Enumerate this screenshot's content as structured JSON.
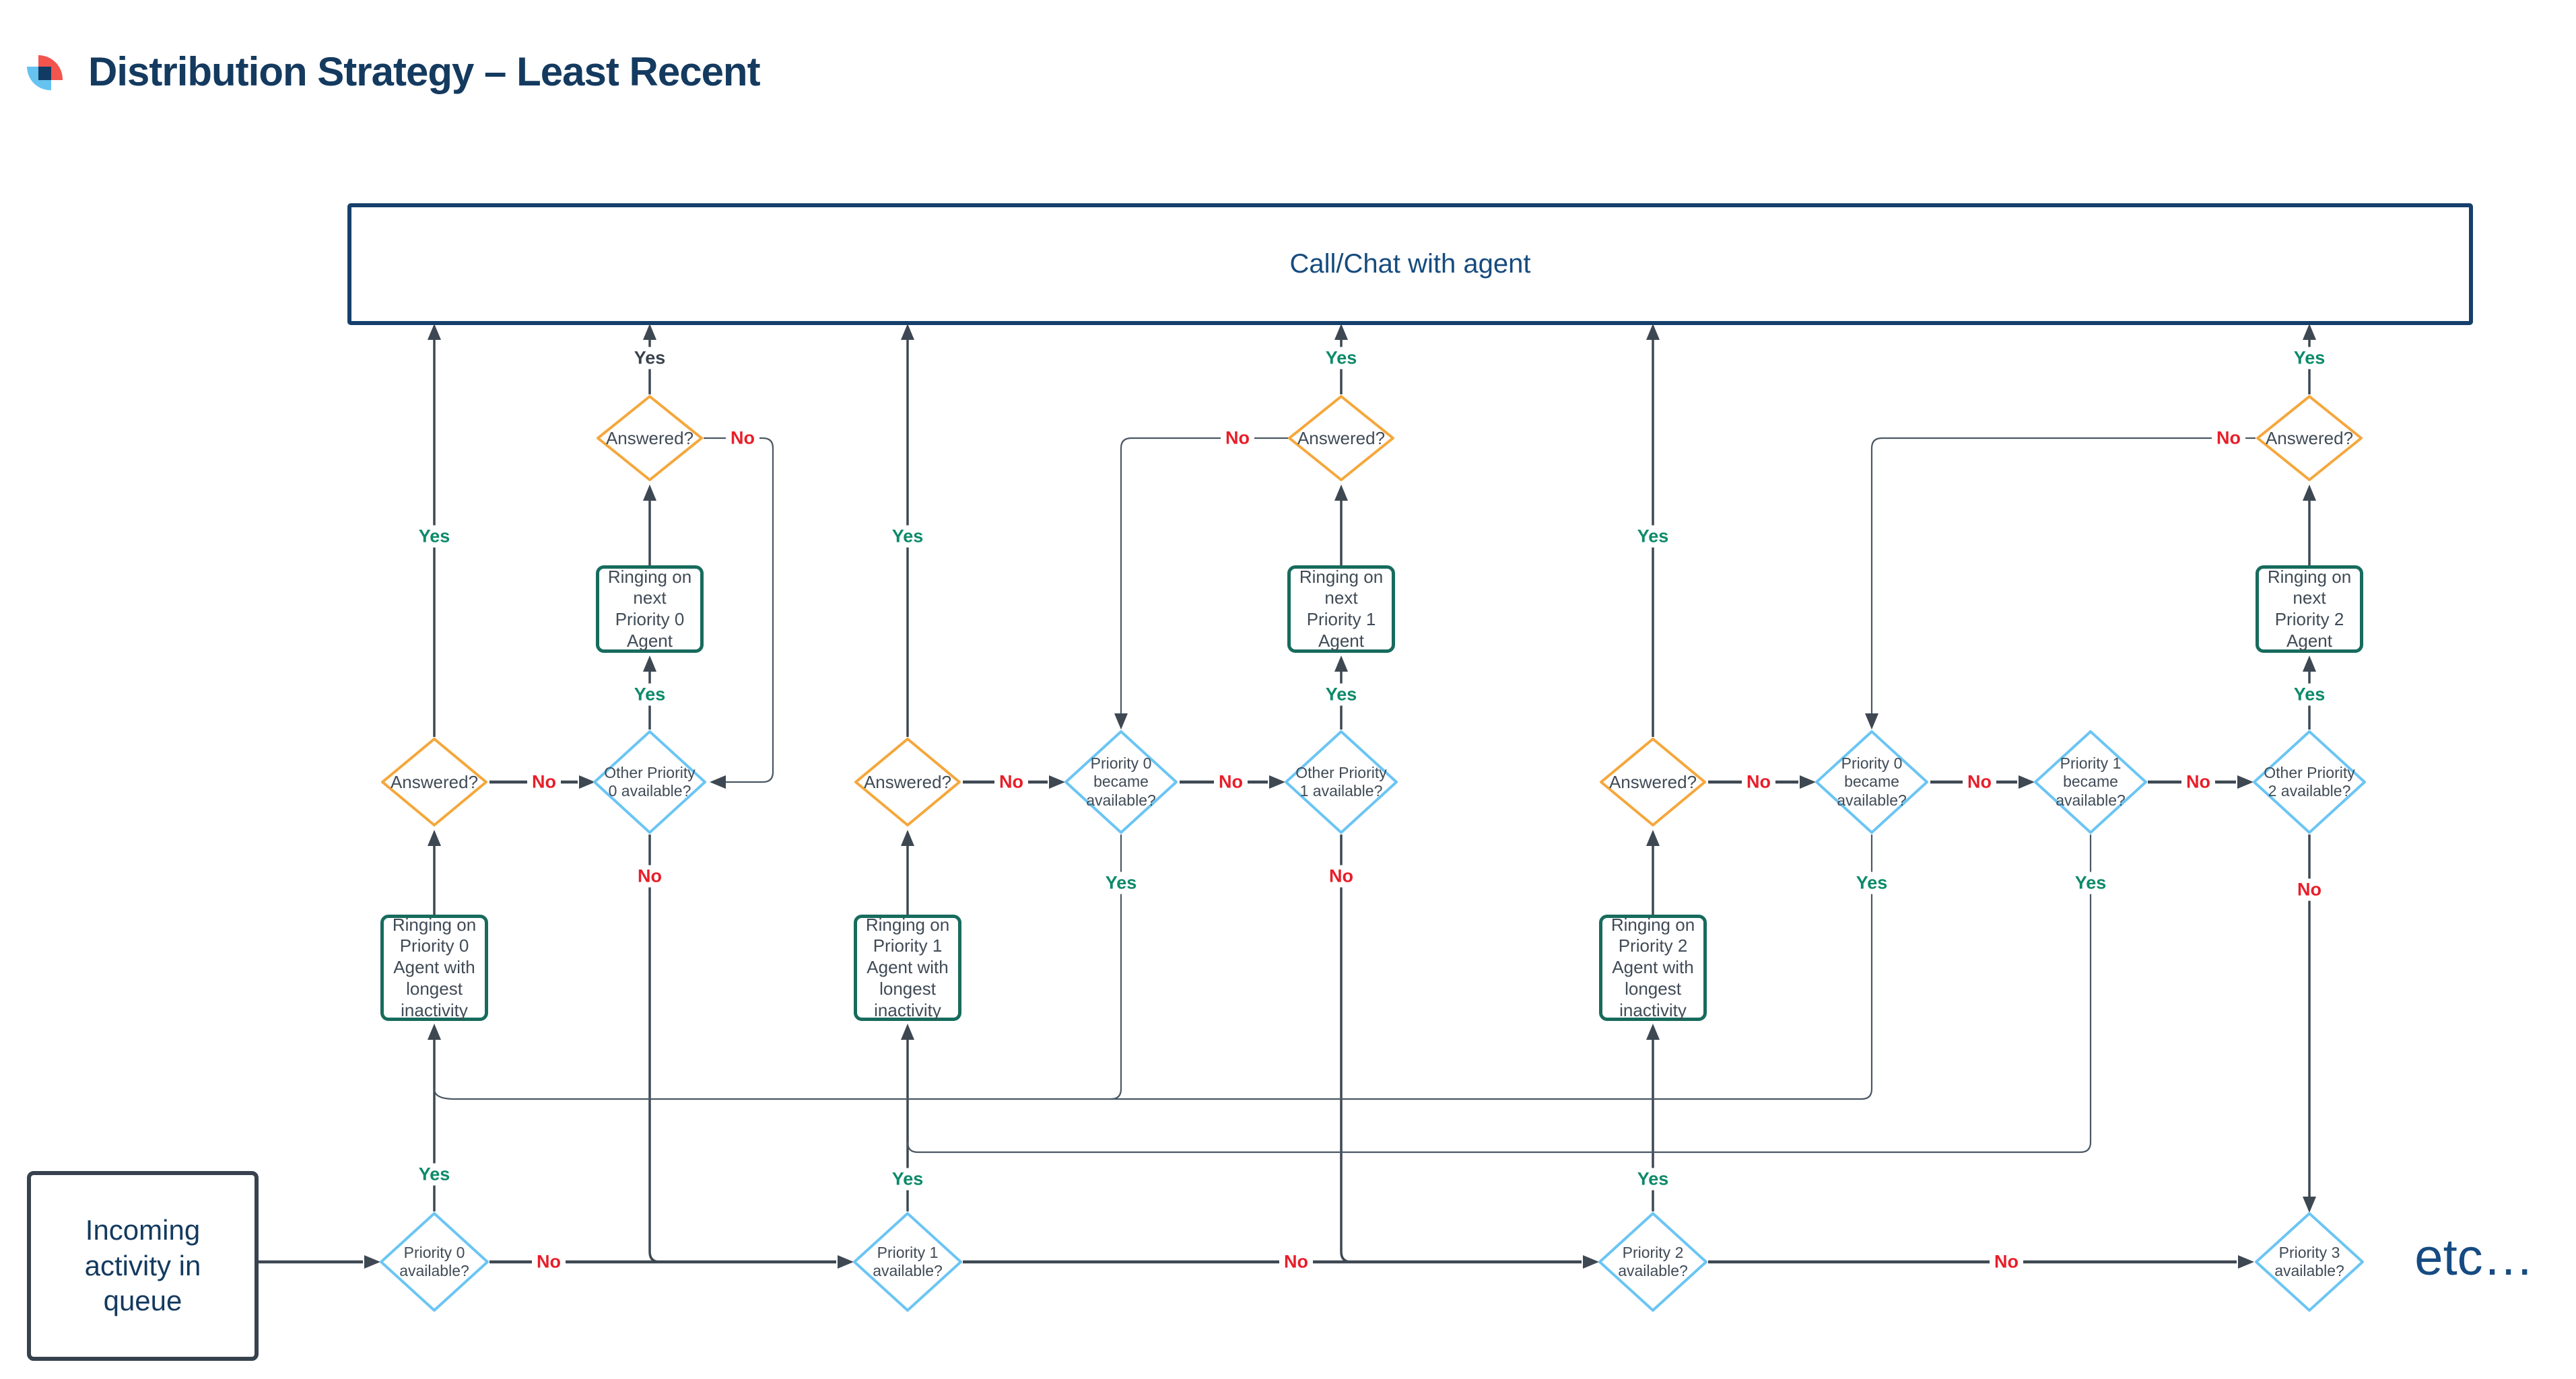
{
  "title": "Distribution Strategy – Least Recent",
  "labels": {
    "yes": "Yes",
    "no": "No"
  },
  "nodes": {
    "call_chat": "Call/Chat with agent",
    "incoming": "Incoming activity in queue",
    "answered": "Answered?",
    "ringing_next_p0": "Ringing on next Priority 0 Agent",
    "ringing_next_p1": "Ringing on next Priority 1 Agent",
    "ringing_next_p2": "Ringing on next Priority 2 Agent",
    "ringing_longest_p0": "Ringing on Priority 0 Agent with longest inactivity",
    "ringing_longest_p1": "Ringing on Priority 1 Agent with longest inactivity",
    "ringing_longest_p2": "Ringing on Priority 2 Agent with longest inactivity",
    "other_p0": "Other Priority 0 available?",
    "other_p1": "Other Priority 1 available?",
    "other_p2": "Other Priority 2 available?",
    "became_p0": "Priority 0 became available?",
    "became_p1": "Priority 1 became available?",
    "avail_p0": "Priority 0 available?",
    "avail_p1": "Priority 1 available?",
    "avail_p2": "Priority 2 available?",
    "avail_p3": "Priority 3 available?",
    "etc": "etc…"
  },
  "colors": {
    "navy": "#143A5F",
    "callchat_navy": "#164B7E",
    "etc_navy": "#164B82",
    "orange": "#F5A73B",
    "light_blue": "#6BC5F3",
    "teal": "#176B5D",
    "slate": "#37424E",
    "line": "#3E4852",
    "yes_green": "#0C8A6A",
    "no_red": "#E81E29",
    "shape_text": "#404B56",
    "logo_red": "#F4544E",
    "logo_blue": "#66C3F0",
    "logo_overlap": "#123B63"
  }
}
